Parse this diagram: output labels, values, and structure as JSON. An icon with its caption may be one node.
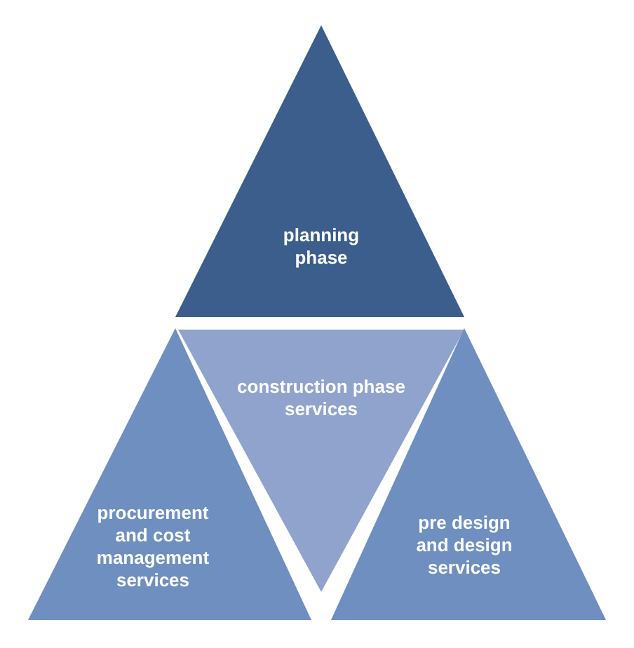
{
  "diagram": {
    "nodes": [
      {
        "text": [
          "planning phase"
        ]
      },
      {
        "text": [
          "construction phase services"
        ]
      },
      {
        "text": [
          "procurement and cost management services"
        ]
      },
      {
        "text": [
          "pre design and design services"
        ]
      }
    ]
  }
}
